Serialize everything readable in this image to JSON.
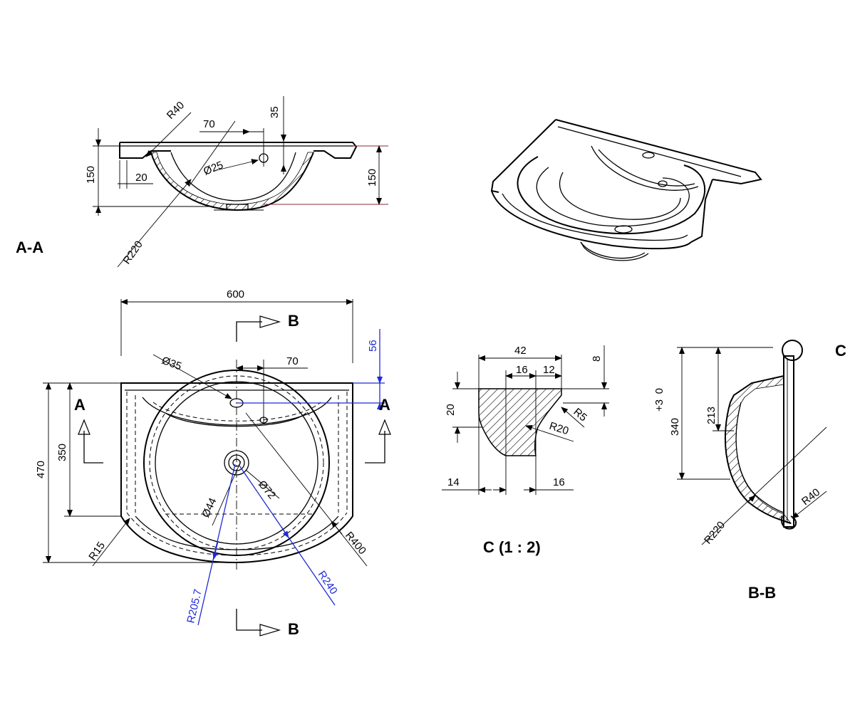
{
  "labels": {
    "section_aa": "A-A",
    "section_bb": "B-B",
    "detail_c": "C (1 : 2)",
    "detail_c_marker": "C",
    "marker_b_top": "B",
    "marker_b_bottom": "B",
    "marker_a_left": "A",
    "marker_a_right": "A"
  },
  "dims_aa": {
    "r40": "R40",
    "d70": "70",
    "d35": "35",
    "d150_left": "150",
    "d150_right": "150",
    "d20": "20",
    "d25": "Ø25",
    "r220": "R220"
  },
  "dims_plan": {
    "d600": "600",
    "d56": "56",
    "d35": "Ø35",
    "d70": "70",
    "d470": "470",
    "d350": "350",
    "d44": "Ø44",
    "d72": "Ø72",
    "r400": "R400",
    "r15": "R15",
    "r2057": "R205.7",
    "r240": "R240"
  },
  "dims_c": {
    "d42": "42",
    "d16": "16",
    "d12": "12",
    "d8": "8",
    "d20": "20",
    "r5": "R5",
    "r20": "R20",
    "d14": "14",
    "d16b": "16"
  },
  "dims_bb": {
    "tol": "+3 0",
    "d340": "340",
    "d213": "213",
    "r220": "R220",
    "r40": "R40"
  },
  "colors": {
    "line": "#000000",
    "blue_dim": "#1f2bd6"
  }
}
